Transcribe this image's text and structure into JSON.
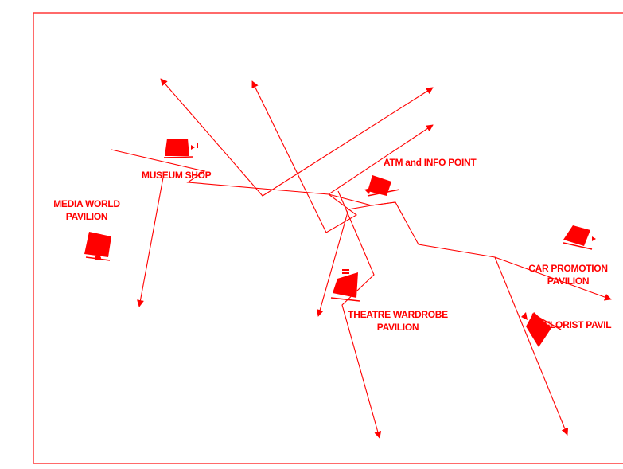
{
  "colors": {
    "accent": "#ff0000",
    "background": "#ffffff"
  },
  "labels": {
    "museum_shop": "MUSEUM SHOP",
    "media_world_line1": "MEDIA WORLD",
    "media_world_line2": "PAVILION",
    "atm_info": "ATM and INFO POINT",
    "car_promo_line1": "CAR PROMOTION",
    "car_promo_line2": "PAVILION",
    "theatre_line1": "THEATRE WARDROBE",
    "theatre_line2": "PAVILION",
    "florist": "FLORIST PAVIL"
  },
  "icons": {
    "museum_shop": "camera-icon",
    "media_world": "camera-icon",
    "atm_info": "camera-icon",
    "car_promo": "camera-icon",
    "theatre": "camera-icon",
    "florist": "camera-icon"
  }
}
